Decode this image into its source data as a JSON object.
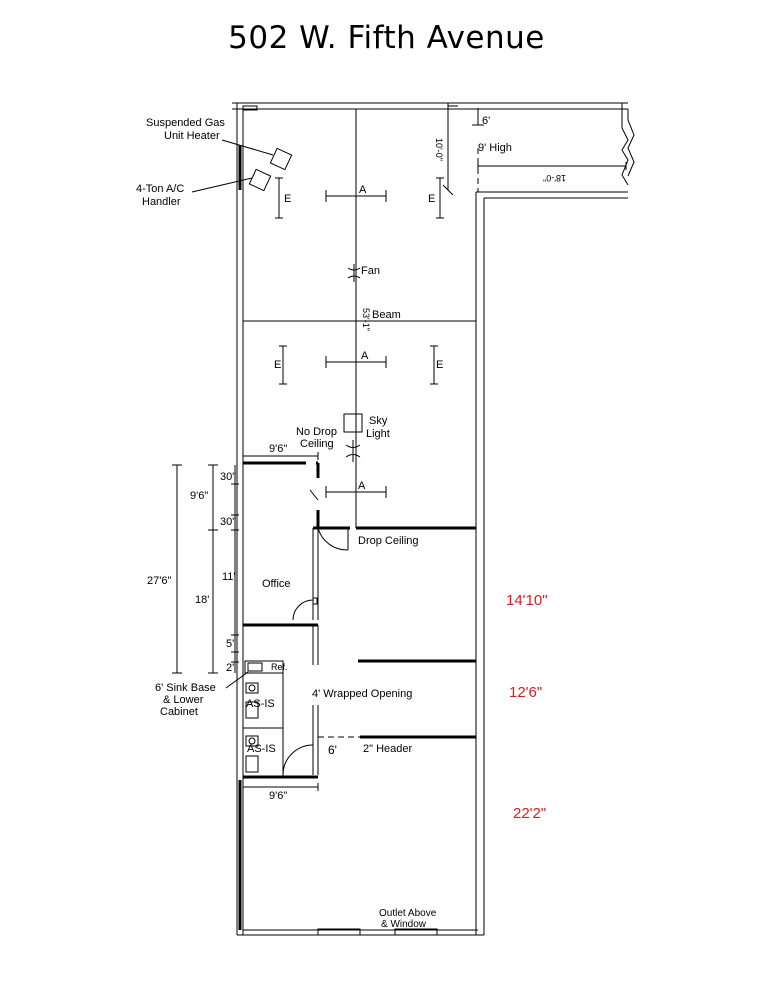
{
  "title": "502 W. Fifth Avenue",
  "labels": {
    "gas_heater": [
      "Suspended Gas",
      "Unit Heater"
    ],
    "ac_handler": [
      "4-Ton A/C",
      "Handler"
    ],
    "six_ft": "6'",
    "ten_ft": "10'-0\"",
    "nine_high": "9' High",
    "eighteen_ft": "18'-0\"",
    "fan": "Fan",
    "fifty_three": "53'-1\"",
    "beam": "Beam",
    "sky_light": [
      "Sky",
      "Light"
    ],
    "no_drop_ceiling": [
      "No Drop",
      "Ceiling"
    ],
    "drop_ceiling": "Drop Ceiling",
    "office": "Office",
    "wrapped_opening": "4' Wrapped Opening",
    "header": "2\" Header",
    "six_ft_bottom": "6'",
    "sink": [
      "6' Sink Base",
      "& Lower",
      "Cabinet"
    ],
    "ref": "Ref.",
    "as_is": "AS-IS",
    "outlet": [
      "Outlet Above",
      "& Window"
    ],
    "light_a": "A",
    "light_e": "E"
  },
  "dimensions": {
    "office_width": "9'6\"",
    "restroom_width": "9'6\"",
    "d_30a": "30\"",
    "d_9_6": "9'6\"",
    "d_30b": "30\"",
    "d_27_6": "27'6\"",
    "d_11": "11'",
    "d_18": "18'",
    "d_5": "5'",
    "d_2": "2'",
    "room_14_10": "14'10\"",
    "room_12_6": "12'6\"",
    "room_22_2": "22'2\""
  },
  "colors": {
    "dimension_red": "#d42020",
    "line": "#000000"
  }
}
